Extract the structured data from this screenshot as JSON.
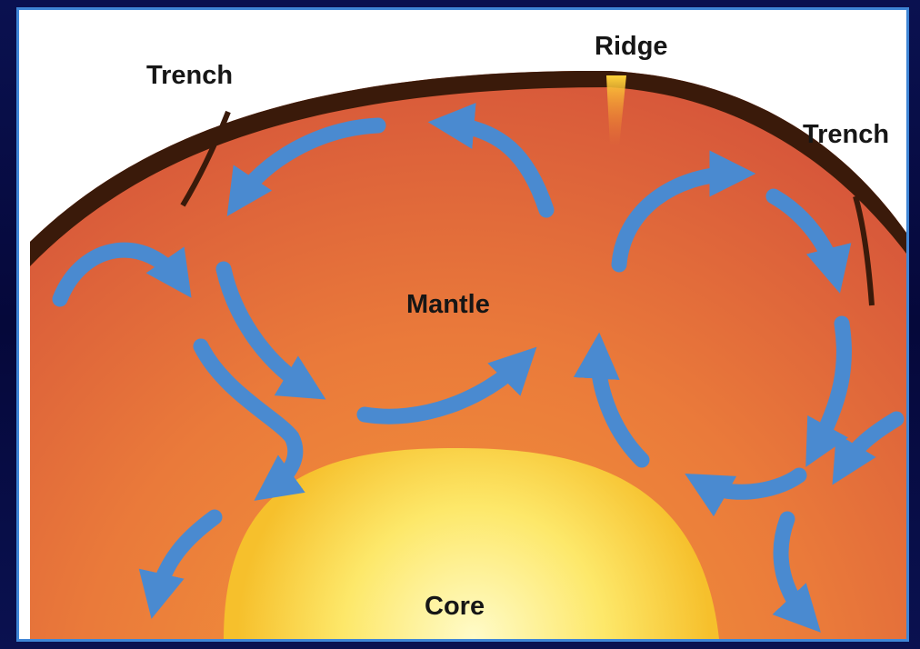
{
  "labels": {
    "trench_left": "Trench",
    "ridge": "Ridge",
    "trench_right": "Trench",
    "mantle": "Mantle",
    "core": "Core"
  },
  "colors": {
    "frame": "#05083a",
    "border": "#3f86d6",
    "crust": "#3a1a0a",
    "mantle_outer": "#d9573a",
    "mantle_inner": "#f08a3a",
    "core_center": "#fff8b0",
    "core_edge": "#f7c530",
    "arrow": "#4a8ad0",
    "ridge_glow": "#f4b830"
  },
  "icons": [
    "convection-arrow"
  ]
}
